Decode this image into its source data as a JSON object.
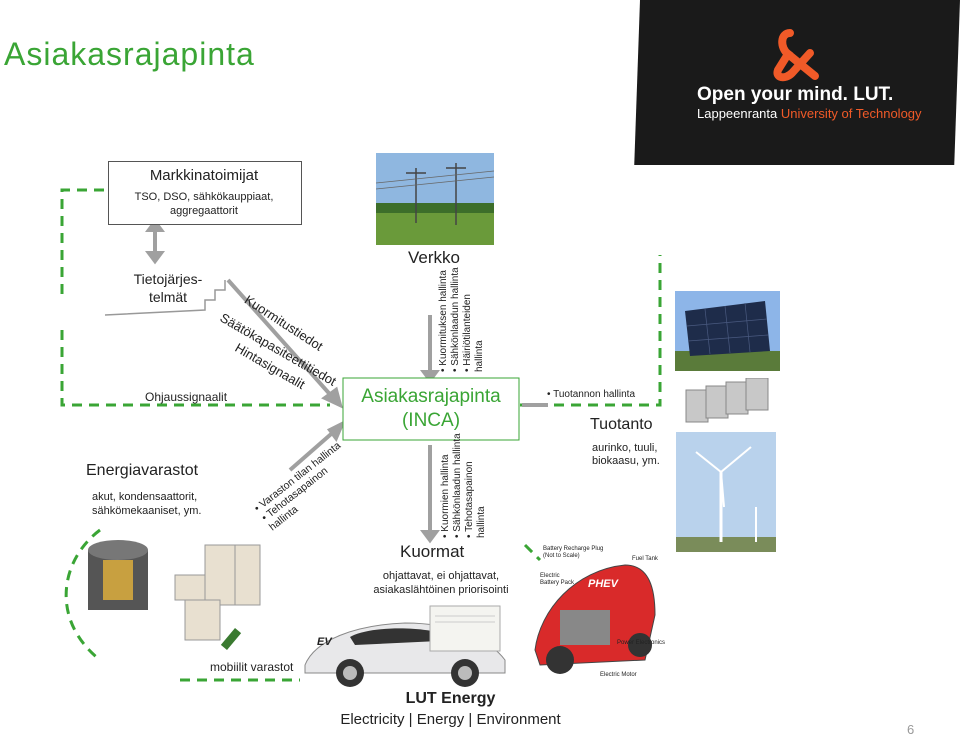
{
  "title": "Asiakasrajapinta",
  "logo": {
    "line1": "Open your mind. LUT.",
    "line2_a": "Lappeenranta ",
    "line2_b": "University of Technology"
  },
  "markkina": {
    "title": "Markkinatoimijat",
    "sub1": "TSO, DSO, sähkökauppiaat,",
    "sub2": "aggregaattorit"
  },
  "tieto": {
    "line1": "Tietojärjes-",
    "line2": "telmät"
  },
  "tieto_labels": [
    "Kuormitustiedot",
    "Säätökapasiteettitiedot",
    "Hintasignaalit"
  ],
  "ohjaus": "Ohjaussignaalit",
  "verkko": "Verkko",
  "verkko_list": [
    "• Kuormituksen hallinta",
    "• Sähkönlaadun hallinta",
    "• Häiriötilanteiden",
    "  hallinta"
  ],
  "inca": {
    "line1": "Asiakasrajapinta",
    "line2": "(INCA)"
  },
  "energia": {
    "title": "Energiavarastot",
    "sub1": "akut, kondensaattorit,",
    "sub2": "sähkömekaaniset, ym."
  },
  "varasto_list": [
    "• Varaston tilan hallinta",
    "• Tehotasapainon",
    "  hallinta"
  ],
  "kuorma_list": [
    "• Kuormien hallinta",
    "• Sähkönlaadun hallinta",
    "• Tehotasapainon",
    "  hallinta"
  ],
  "kuormat": {
    "title": "Kuormat",
    "sub1": "ohjattavat, ei ohjattavat,",
    "sub2": "asiakaslähtöinen priorisointi"
  },
  "tuotanto": {
    "hallinta": "• Tuotannon hallinta",
    "title": "Tuotanto",
    "sub1": "aurinko, tuuli,",
    "sub2": "biokaasu, ym."
  },
  "mobiilit": "mobiilit varastot",
  "ev_badge": "EV",
  "phev": {
    "label": "PHEV",
    "plug": "Battery Recharge Plug",
    "plug2": "(Not to Scale)",
    "fuel": "Fuel Tank",
    "battery1": "Electric",
    "battery2": "Battery Pack",
    "power": "Power Electronics",
    "motor": "Electric Motor"
  },
  "footer": {
    "energy": "LUT Energy",
    "sub": "Electricity | Energy | Environment"
  },
  "page": "6",
  "colors": {
    "green": "#3aa535",
    "gray": "#999999",
    "logo_bg": "#1a1a1a",
    "accent": "#f05a28"
  }
}
